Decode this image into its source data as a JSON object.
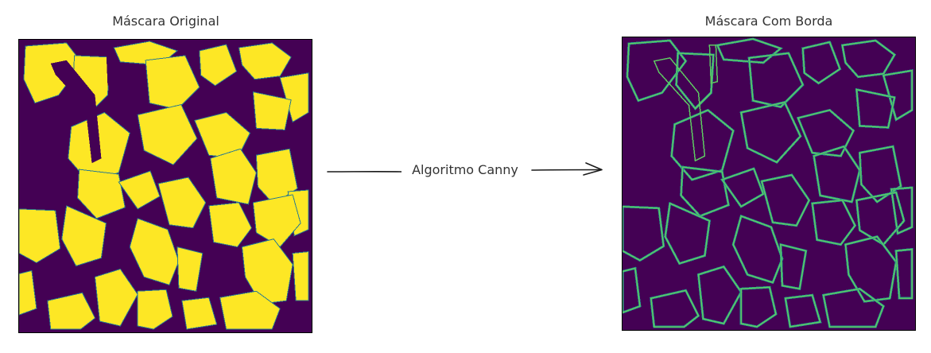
{
  "left_panel": {
    "title": "Máscara Original"
  },
  "right_panel": {
    "title": "Máscara Com Borda"
  },
  "arrow": {
    "label": "Algoritmo Canny"
  },
  "colors": {
    "background": "#440154",
    "foreground": "#fde725",
    "edge": "#5ec962",
    "edge_inner": "#21918c"
  }
}
